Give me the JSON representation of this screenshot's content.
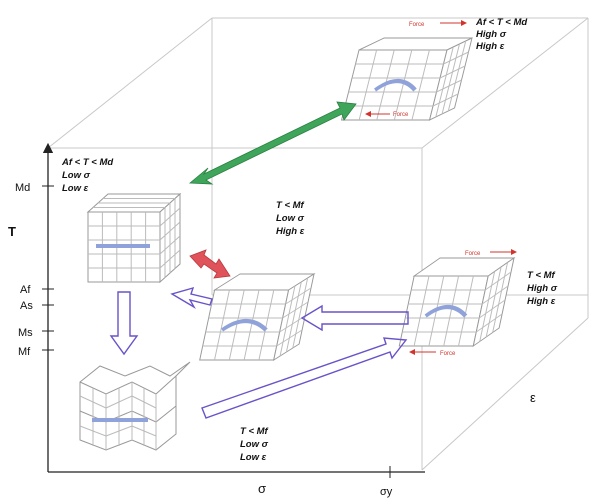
{
  "axes": {
    "t_label": "T",
    "sigma_label": "σ",
    "eps_label": "ε",
    "sigma_y_label": "σy",
    "t_ticks": {
      "Md": "Md",
      "Af": "Af",
      "As": "As",
      "Ms": "Ms",
      "Mf": "Mf"
    }
  },
  "states": {
    "top_right": {
      "line1": "Af < T < Md",
      "line2": "High σ",
      "line3": "High ε",
      "force_top": "Force",
      "force_bottom": "Force"
    },
    "left_upper": {
      "line1": "Af < T < Md",
      "line2": "Low σ",
      "line3": "Low ε"
    },
    "middle": {
      "line1": "T < Mf",
      "line2": "Low σ",
      "line3": "High ε"
    },
    "right": {
      "line1": "T < Mf",
      "line2": "High σ",
      "line3": "High ε",
      "force_top": "Force",
      "force_bottom": "Force"
    },
    "bottom_left": {
      "line1": "T < Mf",
      "line2": "Low σ",
      "line3": "Low ε"
    }
  },
  "colors": {
    "green_arrow": "#3fa55b",
    "red_arrow": "#e0535a",
    "purple_arrow": "#6a52c9",
    "blue_bar": "#8fa3da",
    "force_red": "#d0342c",
    "box_line": "#b8b8b8"
  }
}
